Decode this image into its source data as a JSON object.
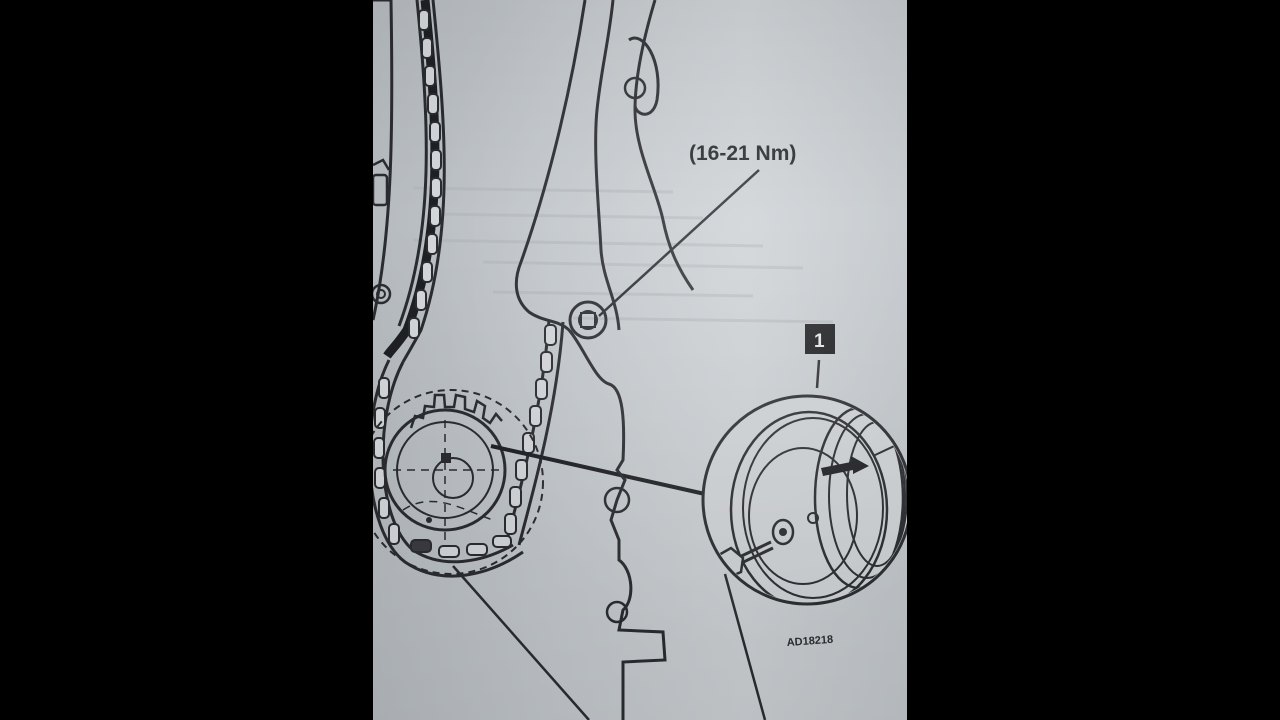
{
  "diagram": {
    "torque_spec": "(16-21 Nm)",
    "callout_number": "1",
    "figure_ref": "AD18218"
  },
  "colors": {
    "background": "#000000",
    "paper": "#c3c8cc",
    "ink": "#2a2c30",
    "callout_box": "#1c1d20"
  }
}
